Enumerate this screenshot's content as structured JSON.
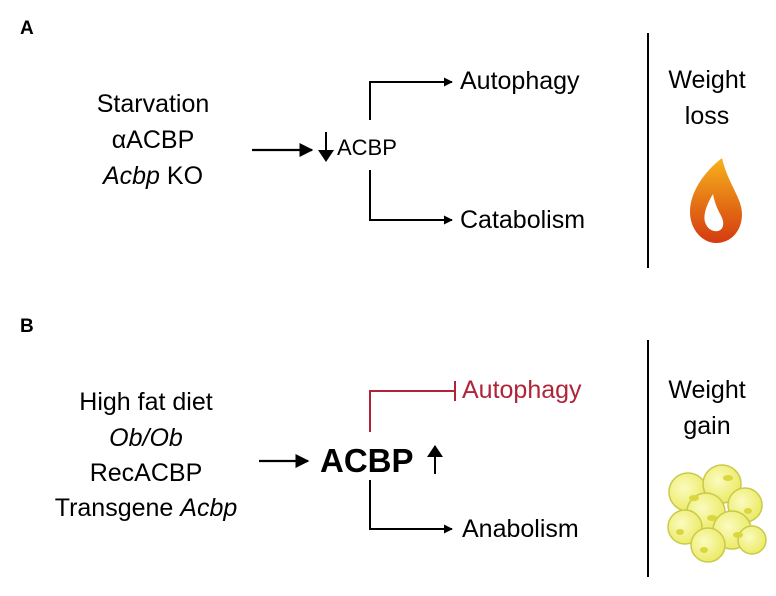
{
  "panelA": {
    "letter": "A",
    "inputs": {
      "line1": "Starvation",
      "line2": "αACBP",
      "line3_italic": "Acbp",
      "line3_rest": " KO"
    },
    "center_label": "ACBP",
    "top_output": "Autophagy",
    "bottom_output": "Catabolism",
    "outcome": {
      "line1": "Weight",
      "line2": "loss",
      "icon": "flame-icon"
    }
  },
  "panelB": {
    "letter": "B",
    "inputs": {
      "line1": "High fat diet",
      "line2_italic": "Ob/Ob",
      "line3": "RecACBP",
      "line4_plain": "Transgene ",
      "line4_italic": "Acbp"
    },
    "center_label": "ACBP",
    "top_output": "Autophagy",
    "bottom_output": "Anabolism",
    "outcome": {
      "line1": "Weight",
      "line2": "gain",
      "icon": "fat-cells-icon"
    }
  },
  "colors": {
    "inhibition": "#b0243a",
    "flame_outer_top": "#f7b21c",
    "flame_outer_bottom": "#d43a10",
    "fat_cell_fill": "#f3f27a",
    "fat_cell_stroke": "#c9c94a"
  }
}
